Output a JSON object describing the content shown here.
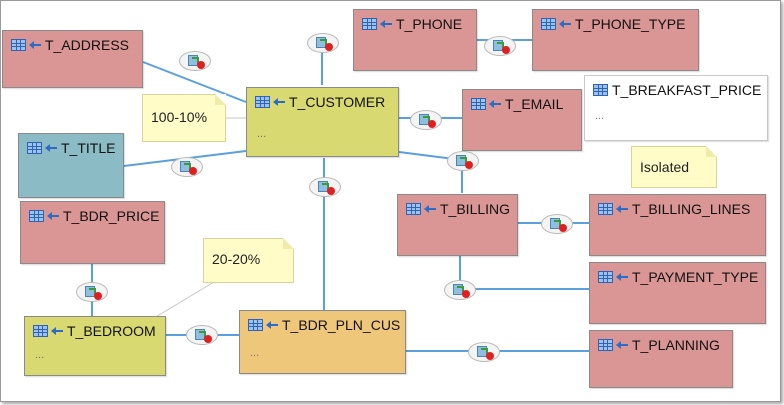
{
  "tables": [
    {
      "id": "address",
      "label": "T_ADDRESS"
    },
    {
      "id": "phone",
      "label": "T_PHONE"
    },
    {
      "id": "phone_type",
      "label": "T_PHONE_TYPE"
    },
    {
      "id": "customer",
      "label": "T_CUSTOMER"
    },
    {
      "id": "email",
      "label": "T_EMAIL"
    },
    {
      "id": "breakfast_price",
      "label": "T_BREAKFAST_PRICE"
    },
    {
      "id": "title",
      "label": "T_TITLE"
    },
    {
      "id": "bdr_price",
      "label": "T_BDR_PRICE"
    },
    {
      "id": "billing",
      "label": "T_BILLING"
    },
    {
      "id": "billing_lines",
      "label": "T_BILLING_LINES"
    },
    {
      "id": "payment_type",
      "label": "T_PAYMENT_TYPE"
    },
    {
      "id": "bedroom",
      "label": "T_BEDROOM"
    },
    {
      "id": "bdr_pln_cus",
      "label": "T_BDR_PLN_CUS"
    },
    {
      "id": "planning",
      "label": "T_PLANNING"
    }
  ],
  "notes": {
    "customer": "100-10%",
    "breakfast": "Isolated",
    "bedroom": "20-20%"
  },
  "placeholder": "..."
}
